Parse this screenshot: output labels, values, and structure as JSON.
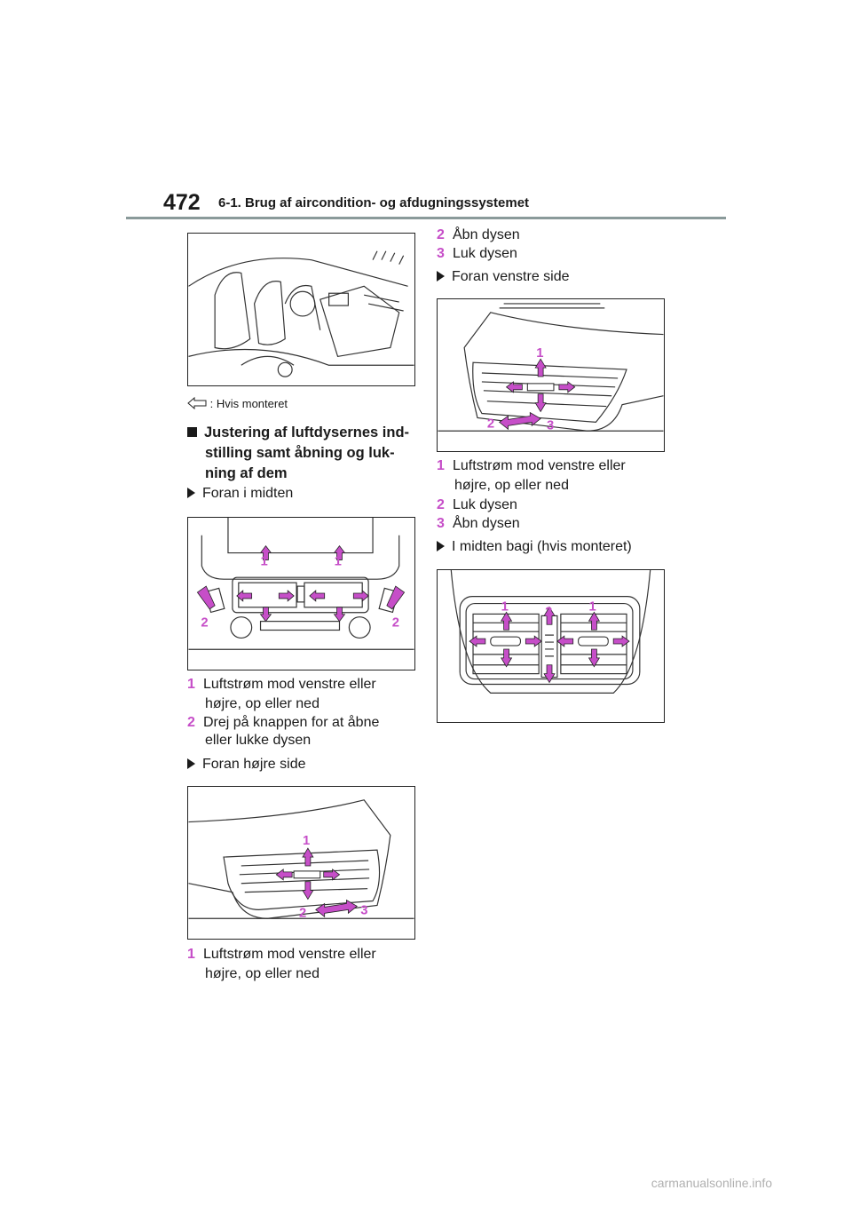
{
  "header": {
    "page_number": "472",
    "section_title": "6-1. Brug af aircondition- og afdugningssystemet"
  },
  "legend": {
    "text": ": Hvis monteret"
  },
  "left": {
    "heading_line1": "Justering af luftdysernes ind-",
    "heading_line2": "stilling samt åbning og luk-",
    "heading_line3": "ning af dem",
    "sub1": "Foran i midten",
    "fig2_items": [
      {
        "n": "1",
        "line1": "Luftstrøm mod venstre eller",
        "line2": "højre, op eller ned"
      },
      {
        "n": "2",
        "line1": "Drej på knappen for at åbne",
        "line2": "eller lukke dysen"
      }
    ],
    "sub2": "Foran højre side",
    "fig3_items": [
      {
        "n": "1",
        "line1": "Luftstrøm mod venstre eller",
        "line2": "højre, op eller ned"
      }
    ]
  },
  "right": {
    "top_items": [
      {
        "n": "2",
        "text": "Åbn dysen"
      },
      {
        "n": "3",
        "text": "Luk dysen"
      }
    ],
    "sub1": "Foran venstre side",
    "fig4_items": [
      {
        "n": "1",
        "line1": "Luftstrøm mod venstre eller",
        "line2": "højre, op eller ned"
      },
      {
        "n": "2",
        "text": "Luk dysen"
      },
      {
        "n": "3",
        "text": "Åbn dysen"
      }
    ],
    "sub2": "I midten bagi (hvis monteret)"
  },
  "callouts": {
    "c1": "1",
    "c2": "2",
    "c3": "3"
  },
  "footer": {
    "text": "carmanualsonline.info"
  },
  "colors": {
    "accent": "#c64ec8",
    "rule": "#8a9a9a"
  }
}
